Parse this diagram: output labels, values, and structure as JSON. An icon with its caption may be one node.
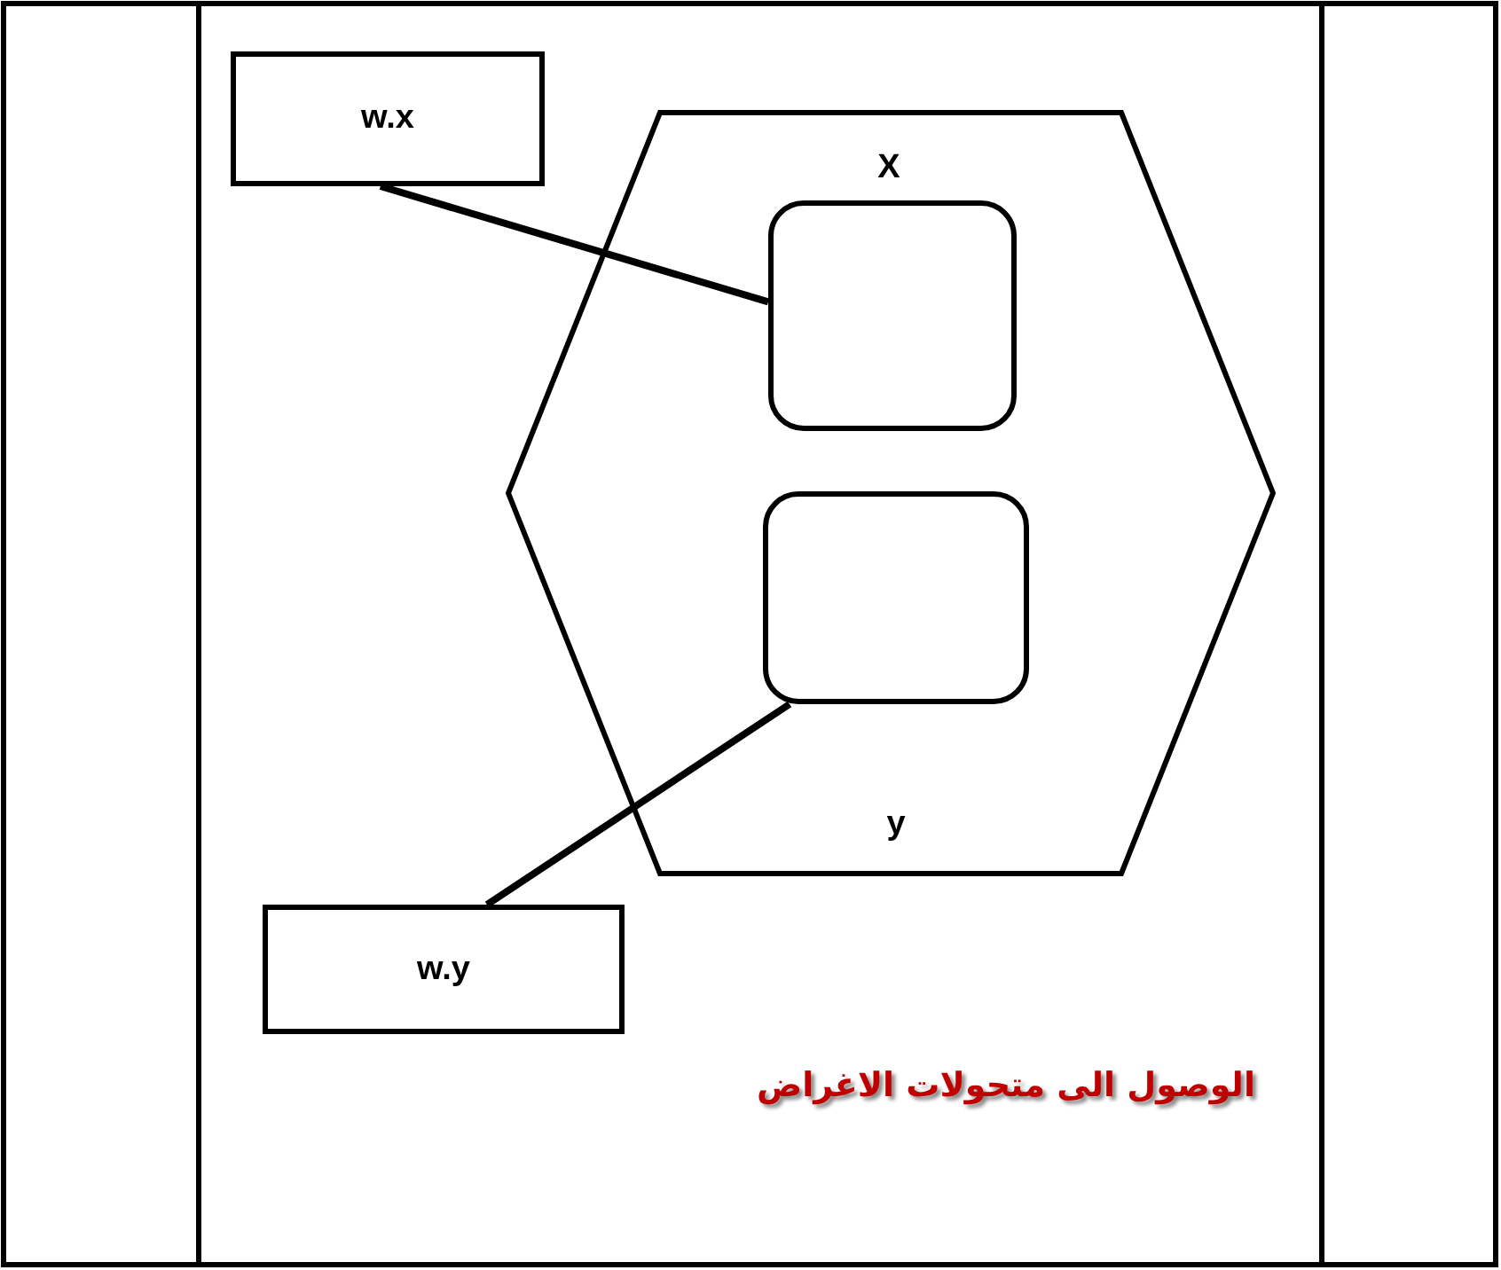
{
  "diagram": {
    "nodes": [
      {
        "text": [
          "X",
          "y"
        ]
      },
      {
        "text": [],
        "shape": "box",
        "in": 0
      },
      {
        "text": [],
        "shape": "box",
        "in": 0
      },
      {
        "text": [
          "w.x"
        ]
      },
      {
        "text": [
          "w.y"
        ]
      }
    ],
    "edges": [
      {
        "from": 3,
        "to": 1,
        "arrow": "none"
      },
      {
        "from": 4,
        "to": 2,
        "arrow": "none"
      }
    ],
    "labels": [
      "الوصول الى متحولات الاغراض"
    ]
  }
}
